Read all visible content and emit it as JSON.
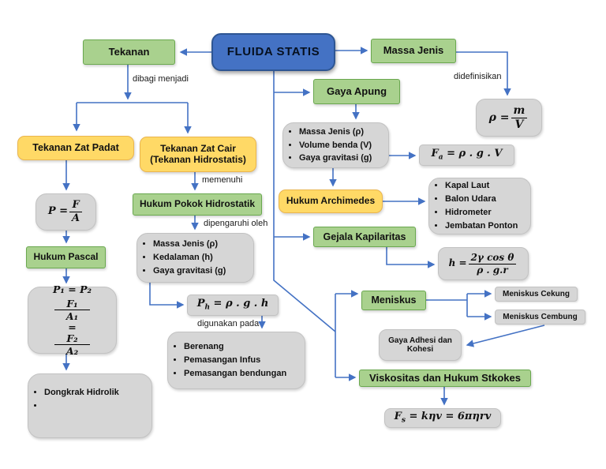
{
  "title": "FLUIDA STATIS",
  "colors": {
    "accent_blue": "#4472c4",
    "node_green": "#a9d18e",
    "node_yellow": "#ffd966",
    "node_gray": "#d6d6d6"
  },
  "nodes": {
    "fluida_statis": "FLUIDA STATIS",
    "tekanan": "Tekanan",
    "massa_jenis": "Massa Jenis",
    "tekanan_zat_padat": "Tekanan Zat Padat",
    "tekanan_zat_cair_line1": "Tekanan Zat Cair",
    "tekanan_zat_cair_line2": "(Tekanan Hidrostatis)",
    "hukum_pascal": "Hukum Pascal",
    "hukum_pokok_hidrostatik": "Hukum Pokok Hidrostatik",
    "gaya_apung": "Gaya Apung",
    "hukum_archimedes": "Hukum Archimedes",
    "gejala_kapilaritas": "Gejala Kapilaritas",
    "meniskus": "Meniskus",
    "meniskus_cekung": "Meniskus Cekung",
    "meniskus_cembung": "Meniskus Cembung",
    "gaya_adhesi_line1": "Gaya Adhesi dan",
    "gaya_adhesi_line2": "Kohesi",
    "viskositas": "Viskositas dan Hukum Stkokes"
  },
  "edge_labels": {
    "dibagi_menjadi": "dibagi menjadi",
    "memenuhi": "memenuhi",
    "dipengaruhi_oleh": "dipengaruhi oleh",
    "digunakan_pada": "digunakan pada",
    "didefinisikan": "didefinisikan"
  },
  "lists": {
    "hidrostatik_factors": [
      "Massa Jenis (ρ)",
      "Kedalaman (h)",
      "Gaya gravitasi (g)"
    ],
    "hidrostatik_apps": [
      "Berenang",
      "Pemasangan Infus",
      "Pemasangan bendungan"
    ],
    "apung_factors": [
      "Massa Jenis (ρ)",
      "Volume benda (V)",
      "Gaya gravitasi (g)"
    ],
    "archimedes_apps": [
      "Kapal Laut",
      "Balon Udara",
      "Hidrometer",
      "Jembatan Ponton"
    ],
    "pascal_apps": [
      "Dongkrak Hidrolik",
      ""
    ]
  },
  "formulas": {
    "density": {
      "lhs": "ρ =",
      "num": "m",
      "den": "V"
    },
    "pressure": {
      "lhs": "P =",
      "num": "F",
      "den": "A"
    },
    "pascal": {
      "line1": "P₁ = P₂",
      "num1": "F₁",
      "den1": "A₁",
      "eq": "=",
      "num2": "F₂",
      "den2": "A₂"
    },
    "hydrostatic": {
      "base": "P",
      "sub": "h",
      "rhs": "= ρ . g . h"
    },
    "buoyancy": {
      "base": "F",
      "sub": "a",
      "rhs": "= ρ . g . V"
    },
    "capillarity": {
      "lhs": "h =",
      "num": "2γ cos θ",
      "den": "ρ . g.r"
    },
    "stokes": {
      "base": "F",
      "sub": "s",
      "rhs": "= kηv = 6πηrv"
    }
  }
}
